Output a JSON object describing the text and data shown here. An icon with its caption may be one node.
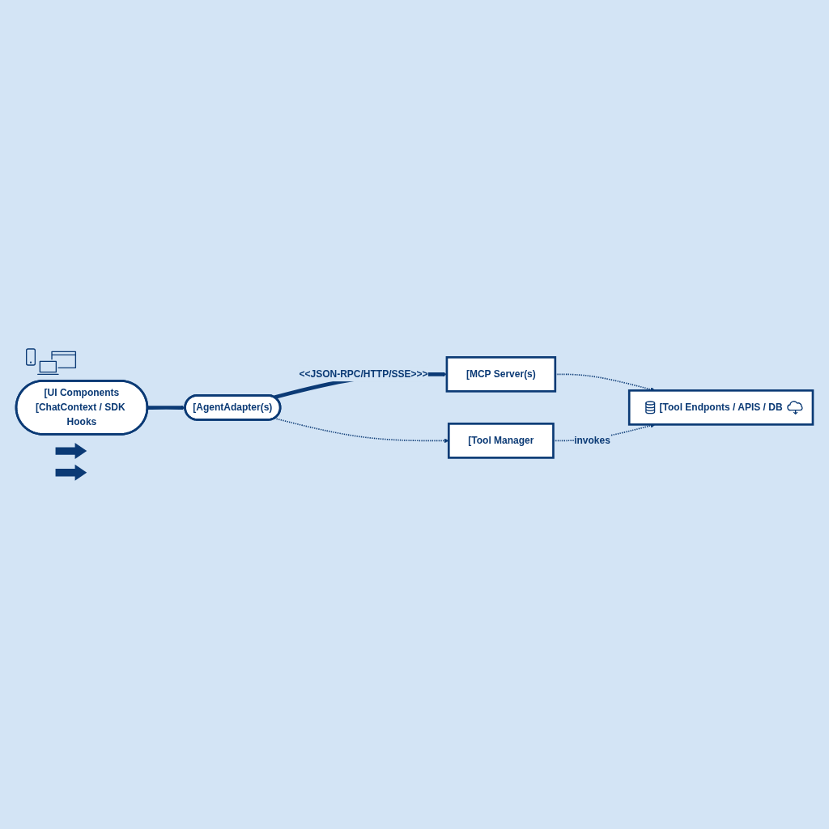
{
  "diagram": {
    "nodes": [
      {
        "text": [
          "[UI Components",
          "[ChatContext / SDK Hooks"
        ]
      },
      {
        "text": [
          "[AgentAdapter(s)"
        ]
      },
      {
        "text": [
          "[MCP Server(s)"
        ]
      },
      {
        "text": [
          "[Tool Manager"
        ]
      },
      {
        "text": [
          "[Tool Endponts / APIS / DB"
        ]
      }
    ],
    "edges": [
      {
        "from": 0,
        "to": 1,
        "arrow": "to",
        "style": "thick"
      },
      {
        "from": 1,
        "to": 2,
        "arrow": "to",
        "style": "thick",
        "label": "<<JSON-RPC/HTTP/SSE>>>"
      },
      {
        "from": 1,
        "to": 3,
        "arrow": "to",
        "style": "dashed"
      },
      {
        "from": 2,
        "to": 4,
        "arrow": "to",
        "style": "dashed"
      },
      {
        "from": 3,
        "to": 4,
        "arrow": "to",
        "style": "dashed",
        "label": "invokes"
      }
    ]
  }
}
